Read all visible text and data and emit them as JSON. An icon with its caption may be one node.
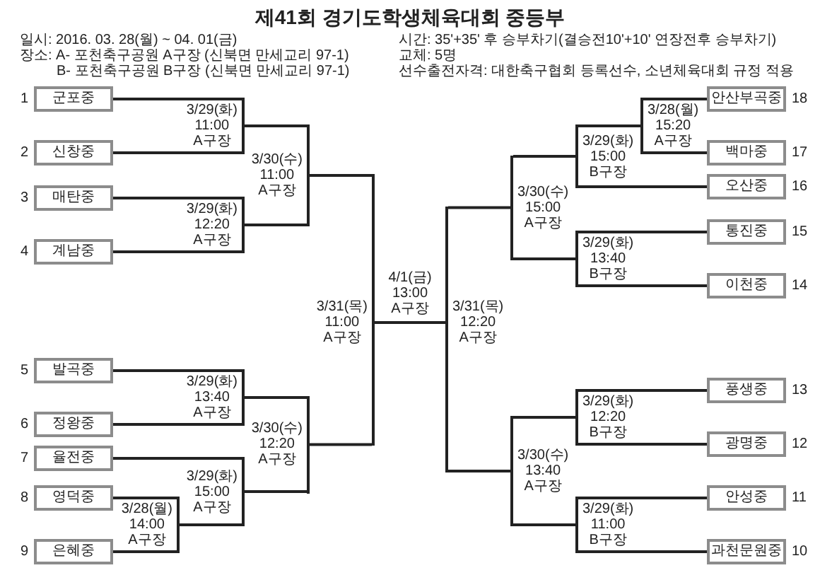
{
  "diagram": {
    "title": "제41회 경기도학생체육대회 중등부",
    "nodes": [
      {
        "text": [
          "군포중"
        ],
        "beside": [
          "1"
        ]
      },
      {
        "text": [
          "신창중"
        ],
        "beside": [
          "2"
        ]
      },
      {
        "text": [
          "매탄중"
        ],
        "beside": [
          "3"
        ]
      },
      {
        "text": [
          "계남중"
        ],
        "beside": [
          "4"
        ]
      },
      {
        "text": [
          "발곡중"
        ],
        "beside": [
          "5"
        ]
      },
      {
        "text": [
          "정왕중"
        ],
        "beside": [
          "6"
        ]
      },
      {
        "text": [
          "율전중"
        ],
        "beside": [
          "7"
        ]
      },
      {
        "text": [
          "영덕중"
        ],
        "beside": [
          "8"
        ]
      },
      {
        "text": [
          "은혜중"
        ],
        "beside": [
          "9"
        ]
      },
      {
        "text": [
          "안산부곡중"
        ],
        "beside": [
          "18"
        ]
      },
      {
        "text": [
          "백마중"
        ],
        "beside": [
          "17"
        ]
      },
      {
        "text": [
          "오산중"
        ],
        "beside": [
          "16"
        ]
      },
      {
        "text": [
          "통진중"
        ],
        "beside": [
          "15"
        ]
      },
      {
        "text": [
          "이천중"
        ],
        "beside": [
          "14"
        ]
      },
      {
        "text": [
          "풍생중"
        ],
        "beside": [
          "13"
        ]
      },
      {
        "text": [
          "광명중"
        ],
        "beside": [
          "12"
        ]
      },
      {
        "text": [
          "안성중"
        ],
        "beside": [
          "11"
        ]
      },
      {
        "text": [
          "과천문원중"
        ],
        "beside": [
          "10"
        ]
      },
      {
        "text": [],
        "shape": "bar",
        "beside": [
          "3/29(화)",
          "11:00",
          "A구장"
        ]
      },
      {
        "text": [],
        "shape": "bar",
        "beside": [
          "3/29(화)",
          "12:20",
          "A구장"
        ]
      },
      {
        "text": [],
        "shape": "bar",
        "beside": [
          "3/30(수)",
          "11:00",
          "A구장"
        ]
      },
      {
        "text": [],
        "shape": "bar",
        "beside": [
          "3/29(화)",
          "13:40",
          "A구장"
        ]
      },
      {
        "text": [],
        "shape": "bar",
        "beside": [
          "3/28(월)",
          "14:00",
          "A구장"
        ]
      },
      {
        "text": [],
        "shape": "bar",
        "beside": [
          "3/29(화)",
          "15:00",
          "A구장"
        ]
      },
      {
        "text": [],
        "shape": "bar",
        "beside": [
          "3/30(수)",
          "12:20",
          "A구장"
        ]
      },
      {
        "text": [],
        "shape": "bar",
        "beside": [
          "3/31(목)",
          "11:00",
          "A구장"
        ]
      },
      {
        "text": [],
        "shape": "bar",
        "beside": [
          "3/28(월)",
          "15:20",
          "A구장"
        ]
      },
      {
        "text": [],
        "shape": "bar",
        "beside": [
          "3/29(화)",
          "15:00",
          "B구장"
        ]
      },
      {
        "text": [],
        "shape": "bar",
        "beside": [
          "3/29(화)",
          "13:40",
          "B구장"
        ]
      },
      {
        "text": [],
        "shape": "bar",
        "beside": [
          "3/30(수)",
          "15:00",
          "A구장"
        ]
      },
      {
        "text": [],
        "shape": "bar",
        "beside": [
          "3/29(화)",
          "12:20",
          "B구장"
        ]
      },
      {
        "text": [],
        "shape": "bar",
        "beside": [
          "3/29(화)",
          "11:00",
          "B구장"
        ]
      },
      {
        "text": [],
        "shape": "bar",
        "beside": [
          "3/30(수)",
          "13:40",
          "A구장"
        ]
      },
      {
        "text": [],
        "shape": "bar",
        "beside": [
          "3/31(목)",
          "12:20",
          "A구장"
        ]
      }
    ],
    "edges": [
      {
        "from": 0,
        "to": 18,
        "arrow": "none"
      },
      {
        "from": 1,
        "to": 18,
        "arrow": "none"
      },
      {
        "from": 2,
        "to": 19,
        "arrow": "none"
      },
      {
        "from": 3,
        "to": 19,
        "arrow": "none"
      },
      {
        "from": 18,
        "to": 20,
        "arrow": "none"
      },
      {
        "from": 19,
        "to": 20,
        "arrow": "none"
      },
      {
        "from": 4,
        "to": 21,
        "arrow": "none"
      },
      {
        "from": 5,
        "to": 21,
        "arrow": "none"
      },
      {
        "from": 7,
        "to": 22,
        "arrow": "none"
      },
      {
        "from": 8,
        "to": 22,
        "arrow": "none"
      },
      {
        "from": 6,
        "to": 23,
        "arrow": "none"
      },
      {
        "from": 22,
        "to": 23,
        "arrow": "none"
      },
      {
        "from": 21,
        "to": 24,
        "arrow": "none"
      },
      {
        "from": 23,
        "to": 24,
        "arrow": "none"
      },
      {
        "from": 20,
        "to": 25,
        "arrow": "none"
      },
      {
        "from": 24,
        "to": 25,
        "arrow": "none"
      },
      {
        "from": 9,
        "to": 26,
        "arrow": "none"
      },
      {
        "from": 10,
        "to": 26,
        "arrow": "none"
      },
      {
        "from": 26,
        "to": 27,
        "arrow": "none"
      },
      {
        "from": 11,
        "to": 27,
        "arrow": "none"
      },
      {
        "from": 12,
        "to": 28,
        "arrow": "none"
      },
      {
        "from": 13,
        "to": 28,
        "arrow": "none"
      },
      {
        "from": 27,
        "to": 29,
        "arrow": "none"
      },
      {
        "from": 28,
        "to": 29,
        "arrow": "none"
      },
      {
        "from": 14,
        "to": 30,
        "arrow": "none"
      },
      {
        "from": 15,
        "to": 30,
        "arrow": "none"
      },
      {
        "from": 16,
        "to": 31,
        "arrow": "none"
      },
      {
        "from": 17,
        "to": 31,
        "arrow": "none"
      },
      {
        "from": 30,
        "to": 32,
        "arrow": "none"
      },
      {
        "from": 31,
        "to": 32,
        "arrow": "none"
      },
      {
        "from": 29,
        "to": 33,
        "arrow": "none"
      },
      {
        "from": 32,
        "to": 33,
        "arrow": "none"
      },
      {
        "from": 25,
        "to": 33,
        "arrow": "none",
        "label": "4/1(금) 13:00 A구장"
      }
    ],
    "labels": [
      "일시: 2016. 03. 28(월) ~ 04. 01(금)",
      "장소: A- 포천축구공원 A구장 (신북면 만세교리 97-1)",
      "B- 포천축구공원 B구장 (신북면 만세교리 97-1)",
      "시간: 35'+35' 후 승부차기(결승전10'+10' 연장전후 승부차기)",
      "교체: 5명",
      "선수출전자격: 대한축구협회 등록선수, 소년체육대회 규정 적용"
    ]
  }
}
